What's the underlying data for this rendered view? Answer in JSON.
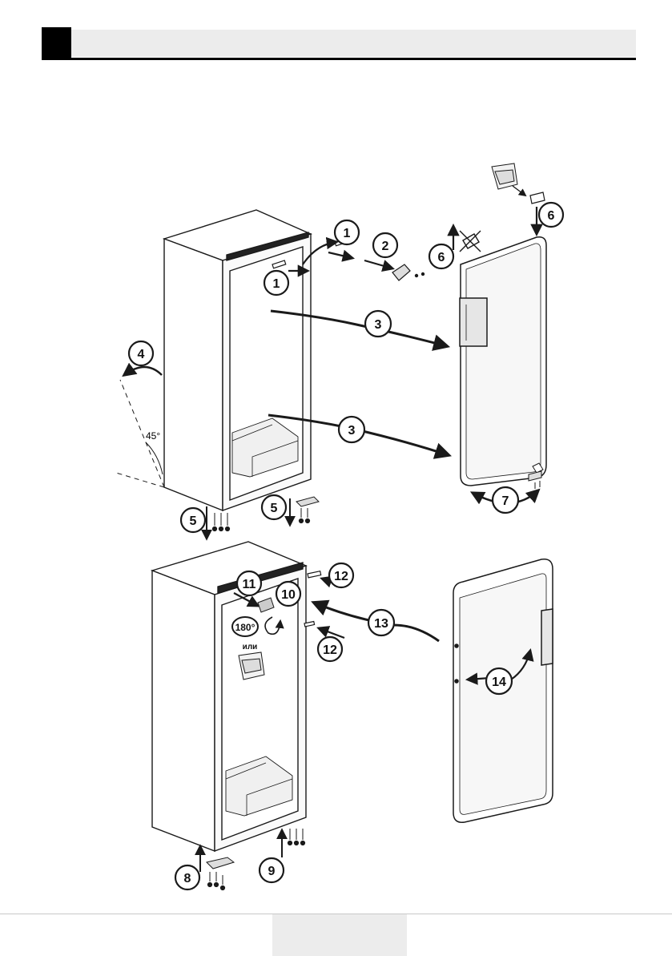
{
  "header": {
    "title": ""
  },
  "steps": {
    "s1": "1",
    "s2": "2",
    "s3": "3",
    "s4": "4",
    "s5": "5",
    "s6": "6",
    "s7": "7",
    "s8": "8",
    "s9": "9",
    "s10": "10",
    "s11": "11",
    "s12": "12",
    "s13": "13",
    "s14": "14"
  },
  "labels": {
    "angle_45": "45°",
    "rotate_180": "180°",
    "or_text": "или"
  },
  "footer": {
    "page": ""
  },
  "colors": {
    "line": "#1a1a1a",
    "panel": "#ececec",
    "door_shade": "#f2f2f2"
  }
}
